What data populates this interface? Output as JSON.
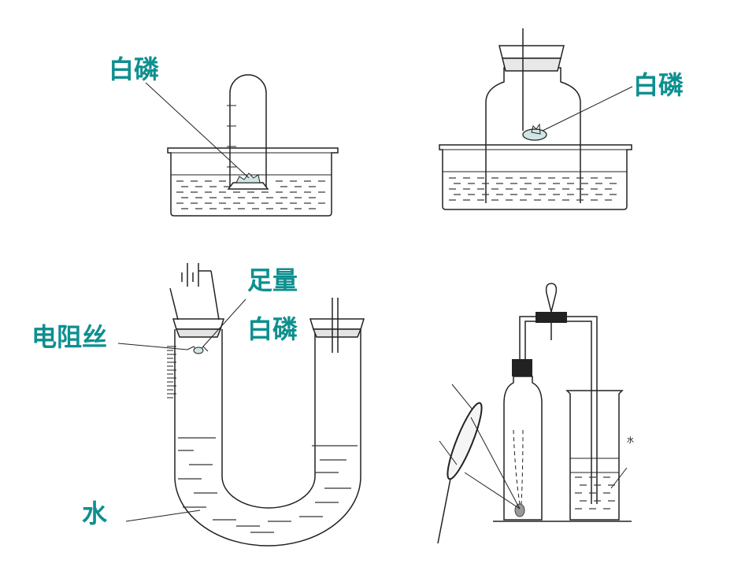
{
  "labels": {
    "panel1_phosphorus": "白磷",
    "panel2_phosphorus": "白磷",
    "panel3_sufficient": "足量",
    "panel3_phosphorus": "白磷",
    "panel3_resistance_wire": "电阻丝",
    "panel3_water": "水",
    "panel4_water": "水"
  },
  "colors": {
    "label_color": "#0e8f8f",
    "ink": "#222222",
    "phosphorus_fill": "#cfe6e6"
  }
}
